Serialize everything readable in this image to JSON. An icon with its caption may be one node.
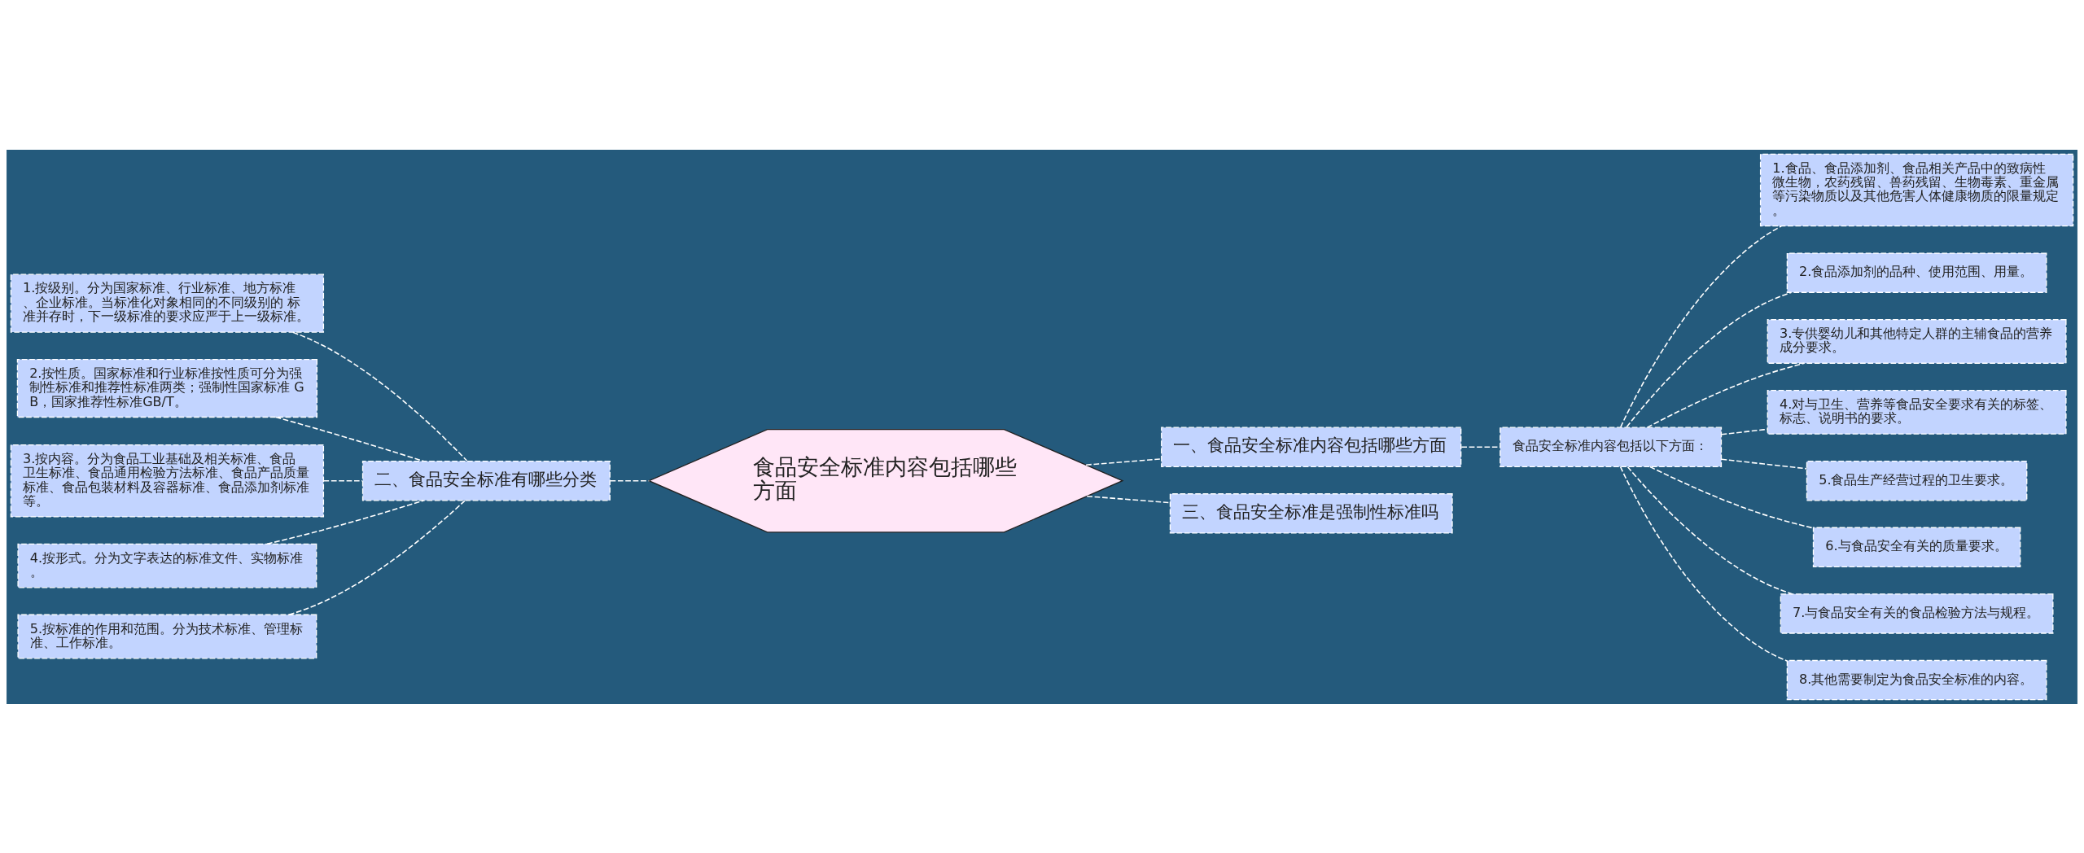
{
  "diagram": {
    "nodes": [
      {
        "text": [
          "食品安全标准内容包括哪些方面"
        ]
      },
      {
        "text": [
          "一、食品安全标准内容包括哪些方面"
        ]
      },
      {
        "text": [
          "食品安全标准内容包括以下方面："
        ]
      },
      {
        "text": [
          "1.食品、食品添加剂、食品相关产品中的致病性微生物，农药残留、兽药残留、生物毒素、重金属等污染物质以及其他危害人体健康物质的限量规定。"
        ]
      },
      {
        "text": [
          "2.食品添加剂的品种、使用范围、用量。"
        ]
      },
      {
        "text": [
          "3.专供婴幼儿和其他特定人群的主辅食品的营养成分要求。"
        ]
      },
      {
        "text": [
          "4.对与卫生、营养等食品安全要求有关的标签、标志、说明书的要求。"
        ]
      },
      {
        "text": [
          "5.食品生产经营过程的卫生要求。"
        ]
      },
      {
        "text": [
          "6.与食品安全有关的质量要求。"
        ]
      },
      {
        "text": [
          "7.与食品安全有关的食品检验方法与规程。"
        ]
      },
      {
        "text": [
          "8.其他需要制定为食品安全标准的内容。"
        ]
      },
      {
        "text": [
          "二、食品安全标准有哪些分类"
        ]
      },
      {
        "text": [
          "1.按级别。分为国家标准、行业标准、地方标准、企业标准。当标准化对象相同的不同级别的 标准并存时，下一级标准的要求应严于上一级标准。"
        ]
      },
      {
        "text": [
          "2.按性质。国家标准和行业标准按性质可分为强制性标准和推荐性标准两类；强制性国家标准 GB，国家推荐性标准GB/T。"
        ]
      },
      {
        "text": [
          "3.按内容。分为食品工业基础及相关标准、食品卫生标准、食品通用检验方法标准、食品产品质量标准、食品包装材料及容器标准、食品添加剂标准等。"
        ]
      },
      {
        "text": [
          "4.按形式。分为文字表达的标准文件、实物标准。"
        ]
      },
      {
        "text": [
          "5.按标准的作用和范围。分为技术标准、管理标准、工作标准。"
        ]
      },
      {
        "text": [
          "三、食品安全标准是强制性标准吗"
        ]
      }
    ],
    "edges": [
      {
        "from": 0,
        "to": 1,
        "arrow": "none",
        "style": "dashed"
      },
      {
        "from": 1,
        "to": 2,
        "arrow": "none",
        "style": "dashed"
      },
      {
        "from": 2,
        "to": 3,
        "arrow": "none",
        "style": "dashed"
      },
      {
        "from": 2,
        "to": 4,
        "arrow": "none",
        "style": "dashed"
      },
      {
        "from": 2,
        "to": 5,
        "arrow": "none",
        "style": "dashed"
      },
      {
        "from": 2,
        "to": 6,
        "arrow": "none",
        "style": "dashed"
      },
      {
        "from": 2,
        "to": 7,
        "arrow": "none",
        "style": "dashed"
      },
      {
        "from": 2,
        "to": 8,
        "arrow": "none",
        "style": "dashed"
      },
      {
        "from": 2,
        "to": 9,
        "arrow": "none",
        "style": "dashed"
      },
      {
        "from": 2,
        "to": 10,
        "arrow": "none",
        "style": "dashed"
      },
      {
        "from": 0,
        "to": 11,
        "arrow": "none",
        "style": "dashed"
      },
      {
        "from": 11,
        "to": 12,
        "arrow": "none",
        "style": "dashed"
      },
      {
        "from": 11,
        "to": 13,
        "arrow": "none",
        "style": "dashed"
      },
      {
        "from": 11,
        "to": 14,
        "arrow": "none",
        "style": "dashed"
      },
      {
        "from": 11,
        "to": 15,
        "arrow": "none",
        "style": "dashed"
      },
      {
        "from": 11,
        "to": 16,
        "arrow": "none",
        "style": "dashed"
      },
      {
        "from": 0,
        "to": 17,
        "arrow": "none",
        "style": "dashed"
      }
    ]
  }
}
